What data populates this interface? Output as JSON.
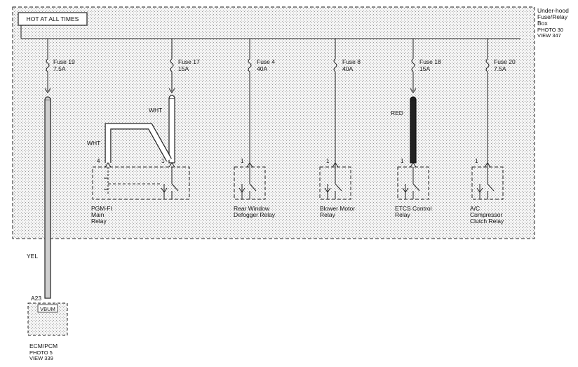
{
  "fuse_box": {
    "hot_label": "HOT AT ALL TIMES",
    "title_lines": [
      "Under-hood",
      "Fuse/Relay",
      "Box"
    ],
    "photo": "PHOTO 30",
    "view": "VIEW 347"
  },
  "fuses": [
    {
      "name": "Fuse 19",
      "rating": "7.5A"
    },
    {
      "name": "Fuse 17",
      "rating": "15A"
    },
    {
      "name": "Fuse 4",
      "rating": "40A"
    },
    {
      "name": "Fuse 8",
      "rating": "40A"
    },
    {
      "name": "Fuse 18",
      "rating": "15A"
    },
    {
      "name": "Fuse 20",
      "rating": "7.5A"
    }
  ],
  "wires": {
    "wht_upper": "WHT",
    "wht_left": "WHT",
    "red": "RED",
    "yel": "YEL"
  },
  "relays": [
    {
      "pins": [
        "4",
        "1"
      ],
      "label_lines": [
        "PGM-FI",
        "Main",
        "Relay"
      ]
    },
    {
      "pins": [
        "1"
      ],
      "label_lines": [
        "Rear Window",
        "Defogger Relay"
      ]
    },
    {
      "pins": [
        "1"
      ],
      "label_lines": [
        "Blower Motor",
        "Relay"
      ]
    },
    {
      "pins": [
        "1"
      ],
      "label_lines": [
        "ETCS Control",
        "Relay"
      ]
    },
    {
      "pins": [
        "1"
      ],
      "label_lines": [
        "A/C",
        "Compressor",
        "Clutch Relay"
      ]
    }
  ],
  "ecm": {
    "pin": "A23",
    "terminal": "VBUM",
    "label": "ECM/PCM",
    "photo": "PHOTO 5",
    "view": "VIEW 339"
  }
}
